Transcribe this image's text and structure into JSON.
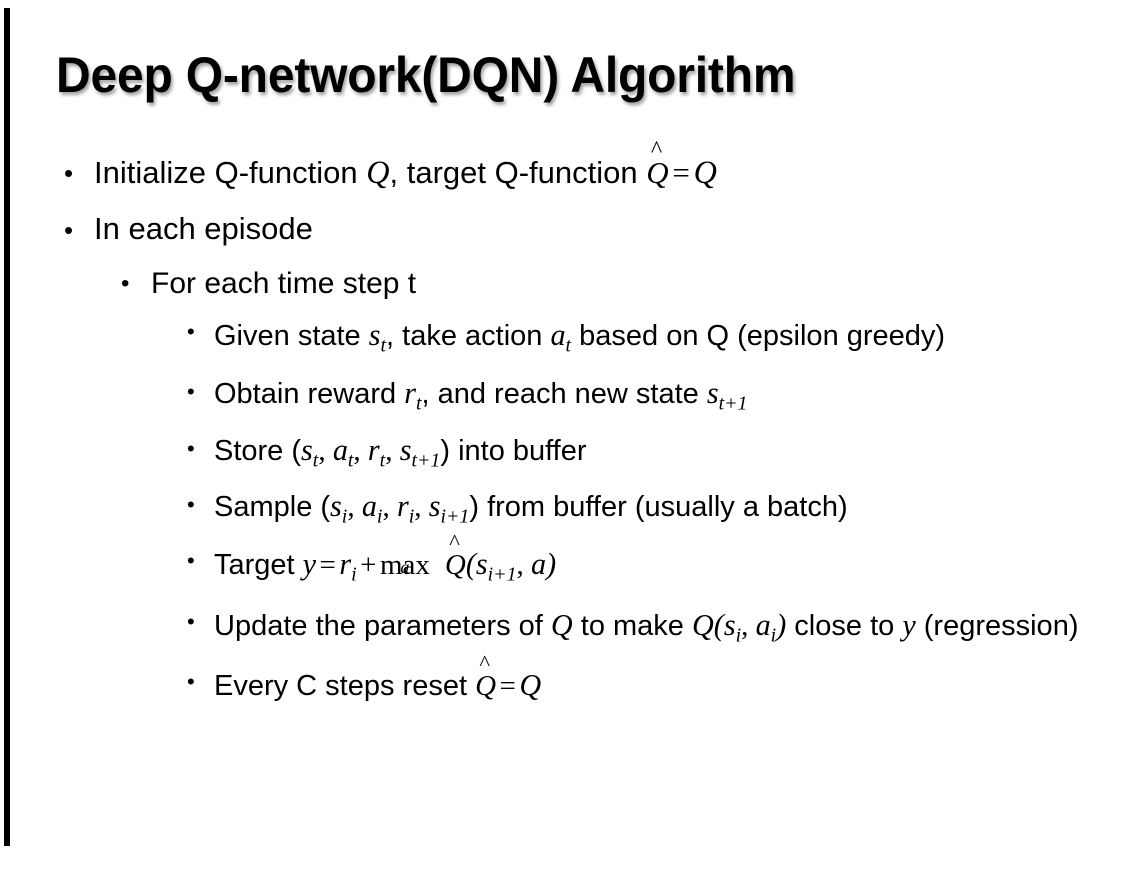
{
  "slide": {
    "title": "Deep Q-network(DQN) Algorithm",
    "background_color": "#ffffff",
    "text_color": "#000000",
    "accent_bar_color": "#000000",
    "bullet_glyph": "•"
  },
  "content": {
    "l1_initialize": {
      "text_1": "Initialize Q-function ",
      "math_Q1": "Q",
      "text_2": ", target Q-function ",
      "math_Qhat": "Q",
      "hat": "^",
      "equals": "=",
      "math_Q2": "Q",
      "plain": "Initialize Q-function Q, target Q-function Q̂ = Q"
    },
    "l1_each_episode": {
      "text": "In each episode"
    },
    "l2_time_step": {
      "text": "For each time step t"
    },
    "l3_given_state": {
      "text_1": "Given state ",
      "math_s": "s",
      "sub_s": "t",
      "text_2": ", take action ",
      "math_a": "a",
      "sub_a": "t",
      "text_3": " based on Q (epsilon greedy)",
      "plain": "Given state s_t, take action a_t based on Q (epsilon greedy)"
    },
    "l3_obtain_reward": {
      "text_1": "Obtain reward ",
      "math_r": "r",
      "sub_r": "t",
      "text_2": ", and reach new state ",
      "math_s": "s",
      "sub_s": "t+1",
      "plain": "Obtain reward r_t, and reach new state s_{t+1}"
    },
    "l3_store": {
      "text_1": "Store (",
      "math_s1": "s",
      "sub_s1": "t",
      "sep1": ", ",
      "math_a": "a",
      "sub_a": "t",
      "sep2": ", ",
      "math_r": "r",
      "sub_r": "t",
      "sep3": ", ",
      "math_s2": "s",
      "sub_s2": "t+1",
      "text_2": ") into buffer",
      "plain": "Store (s_t, a_t, r_t, s_{t+1}) into buffer"
    },
    "l3_sample": {
      "text_1": "Sample (",
      "math_s1": "s",
      "sub_s1": "i",
      "sep1": ", ",
      "math_a": "a",
      "sub_a": "i",
      "sep2": ", ",
      "math_r": "r",
      "sub_r": "i",
      "sep3": ", ",
      "math_s2": "s",
      "sub_s2": "i+1",
      "text_2": ") from buffer (usually a batch)",
      "plain": "Sample (s_i, a_i, r_i, s_{i+1}) from buffer (usually a batch)"
    },
    "l3_target": {
      "text_1": "Target ",
      "math_y": "y",
      "equals": "=",
      "math_r": "r",
      "sub_r": "i",
      "plus": "+",
      "max_op": "max",
      "max_sub": "a",
      "math_Qhat": "Q",
      "hat": "^",
      "paren_open": "(",
      "math_s": "s",
      "sub_s": "i+1",
      "comma": ", ",
      "math_a": "a",
      "paren_close": ")",
      "plain": "Target y = r_i + max_a Q̂(s_{i+1}, a)"
    },
    "l3_update": {
      "text_1": "Update the parameters of ",
      "math_Q1": "Q",
      "text_2": " to make ",
      "math_Q2": "Q",
      "paren_open": "(",
      "math_s": "s",
      "sub_s": "i",
      "comma": ", ",
      "math_a": "a",
      "sub_a": "i",
      "paren_close": ")",
      "text_3": " close to ",
      "math_y": "y",
      "text_4": " (regression)",
      "plain": "Update the parameters of Q to make Q(s_i, a_i) close to y (regression)"
    },
    "l3_reset": {
      "text_1": "Every C steps reset ",
      "math_Qhat": "Q",
      "hat": "^",
      "equals": "=",
      "math_Q": "Q",
      "plain": "Every C steps reset Q̂ = Q"
    }
  }
}
